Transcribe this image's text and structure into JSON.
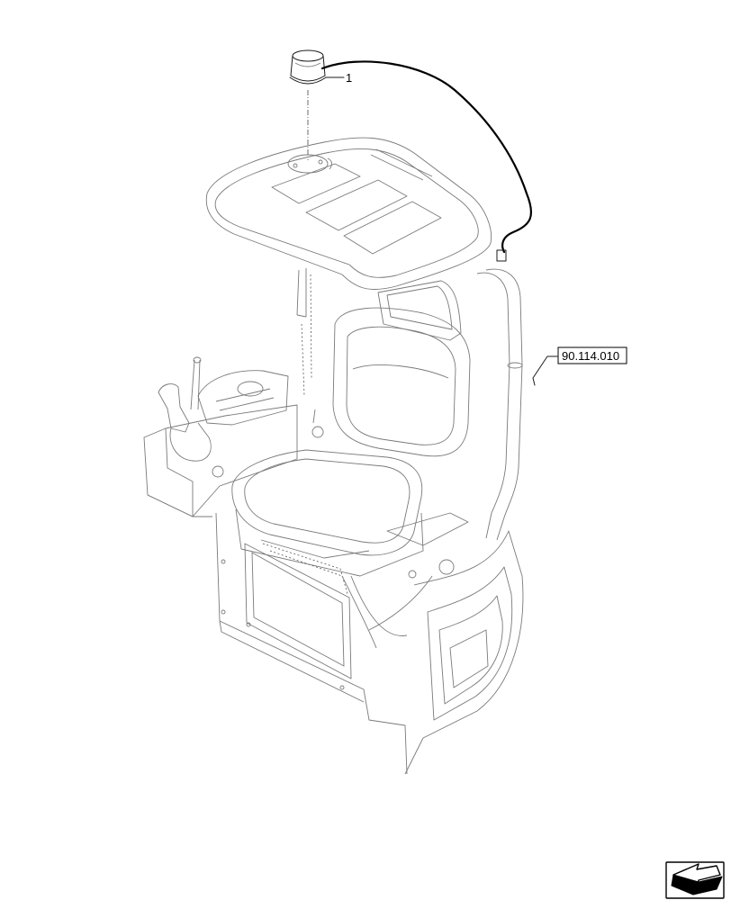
{
  "callouts": [
    {
      "id": "item-1",
      "text": "1"
    },
    {
      "id": "ref-cab",
      "text": "90.114.010"
    }
  ],
  "icons": [
    "beacon-lamp-icon",
    "nav-arrow-icon"
  ],
  "colors": {
    "line": "#1a1a1a",
    "light_line": "#7a7a7a",
    "background": "#ffffff"
  }
}
